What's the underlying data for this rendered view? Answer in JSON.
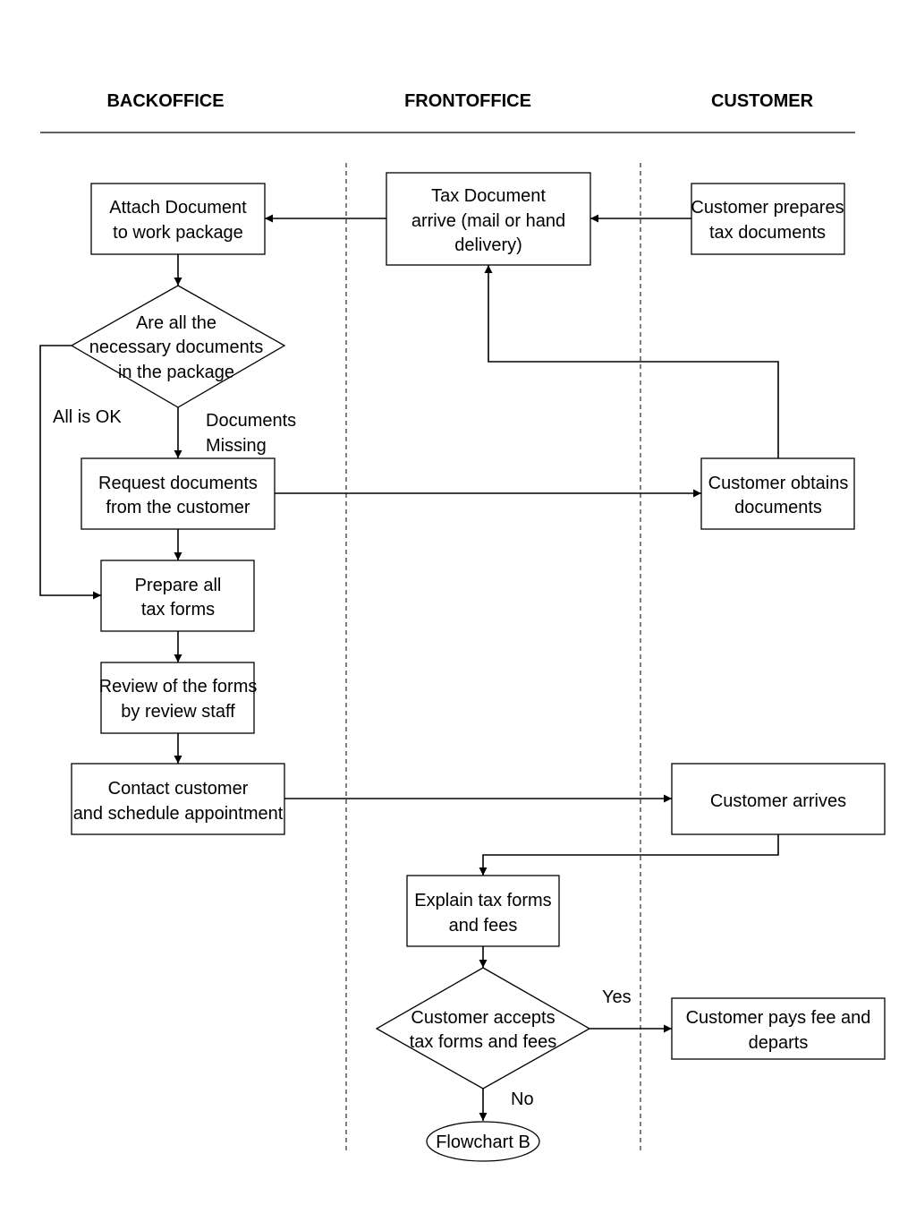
{
  "lanes": {
    "backoffice": "BACKOFFICE",
    "frontoffice": "FRONTOFFICE",
    "customer": "CUSTOMER"
  },
  "nodes": {
    "attach_document": [
      "Attach Document",
      "to work package"
    ],
    "tax_document_arrive": [
      "Tax Document",
      "arrive (mail or hand",
      "delivery)"
    ],
    "customer_prepares": [
      "Customer prepares",
      "tax documents"
    ],
    "all_documents_check": [
      "Are all the",
      "necessary documents",
      "in the package"
    ],
    "request_documents": [
      "Request documents",
      "from the customer"
    ],
    "customer_obtains": [
      "Customer obtains",
      "documents"
    ],
    "prepare_forms": [
      "Prepare all",
      "tax forms"
    ],
    "review_forms": [
      "Review of the forms",
      "by review staff"
    ],
    "contact_customer": [
      "Contact customer",
      "and schedule appointment"
    ],
    "customer_arrives": [
      "Customer arrives"
    ],
    "explain_forms": [
      "Explain tax forms",
      "and fees"
    ],
    "customer_accepts": [
      "Customer accepts",
      "tax forms and fees"
    ],
    "customer_pays": [
      "Customer pays fee and",
      "departs"
    ],
    "flowchart_b": [
      "Flowchart B"
    ]
  },
  "edge_labels": {
    "all_ok": "All is OK",
    "docs_missing": [
      "Documents",
      "Missing"
    ],
    "yes": "Yes",
    "no": "No"
  }
}
